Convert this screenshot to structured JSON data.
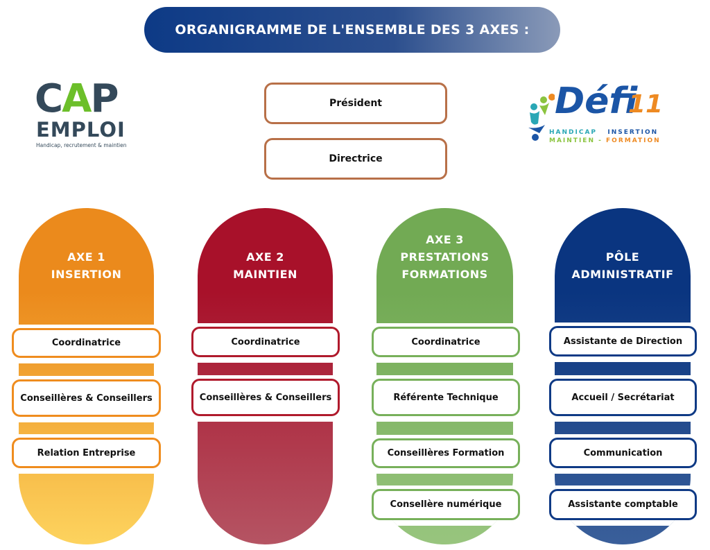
{
  "title": "ORGANIGRAMME DE L'ENSEMBLE DES 3 AXES :",
  "top_boxes": [
    "Président",
    "Directrice"
  ],
  "logos": {
    "cap_emploi": {
      "line1": "CAP",
      "line2": "EMPLOI",
      "tagline": "Handicap, recrutement & maintien"
    },
    "defi11": {
      "name": "Défi",
      "number": "11",
      "words": [
        "HANDICAP",
        "INSERTION",
        "MAINTIEN",
        "-",
        "FORMATION"
      ]
    }
  },
  "columns": [
    {
      "title": "AXE 1\nINSERTION",
      "color_top": "#eb8a1c",
      "color_bottom": "#fdd35e",
      "border": "#ef8c1e",
      "items": [
        "Coordinatrice",
        "Conseillères & Conseillers",
        "Relation Entreprise"
      ]
    },
    {
      "title": "AXE  2\nMAINTIEN",
      "color_top": "#a8112a",
      "color_bottom": "#b55463",
      "border": "#b01a2c",
      "items": [
        "Coordinatrice",
        "Conseillères & Conseillers"
      ]
    },
    {
      "title": "AXE  3\nPRESTATIONS\nFORMATIONS",
      "color_top": "#72aa54",
      "color_bottom": "#98c57e",
      "border": "#77b05a",
      "items": [
        "Coordinatrice",
        "Référente Technique",
        "Conseillères Formation",
        "Consellère numérique"
      ]
    },
    {
      "title": "PÔLE\nADMINISTRATIF",
      "color_top": "#0a3580",
      "color_bottom": "#3a5f9a",
      "border": "#0f3a85",
      "items": [
        "Assistante de Direction",
        "Accueil / Secrétariat",
        "Communication",
        "Assistante comptable"
      ]
    }
  ]
}
